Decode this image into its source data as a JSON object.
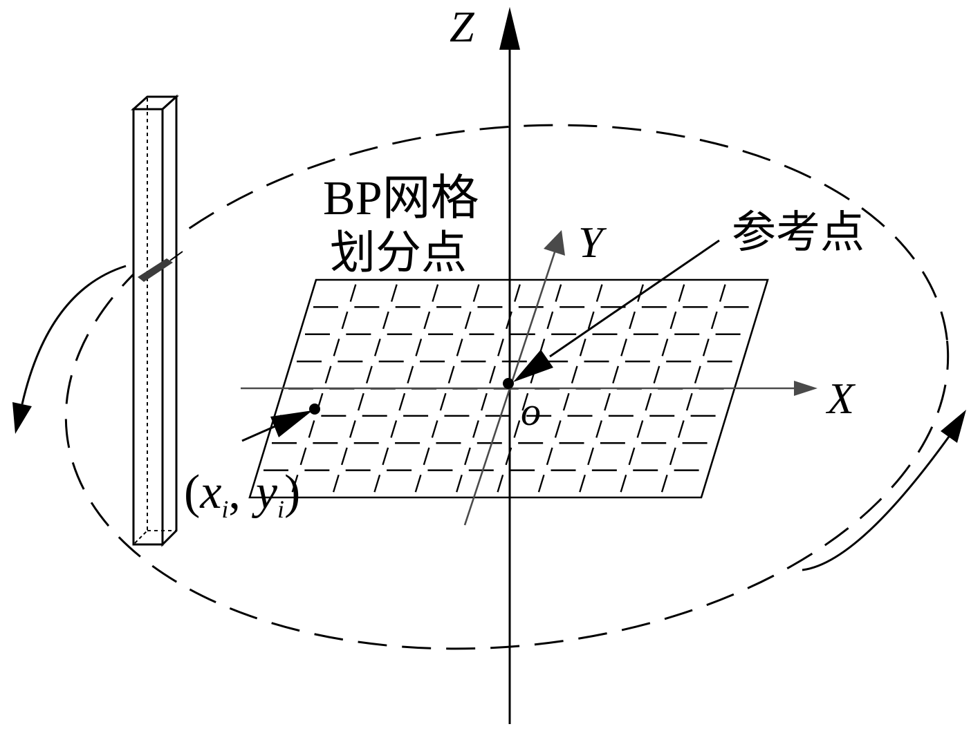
{
  "diagram": {
    "axes": {
      "z": "Z",
      "x": "X",
      "y": "Y",
      "origin": "o"
    },
    "grid_label": {
      "line1": "BP网格",
      "line2": "划分点"
    },
    "reference_point_label": "参考点",
    "grid_point_label": {
      "open": "(",
      "x": "x",
      "x_sub": "i",
      "comma": ",",
      "y": "y",
      "y_sub": "i",
      "close": ")"
    }
  },
  "colors": {
    "ink": "#000000",
    "axis_gray": "#4a4a4a",
    "sensor": "#3c3c3c",
    "background": "#ffffff"
  }
}
